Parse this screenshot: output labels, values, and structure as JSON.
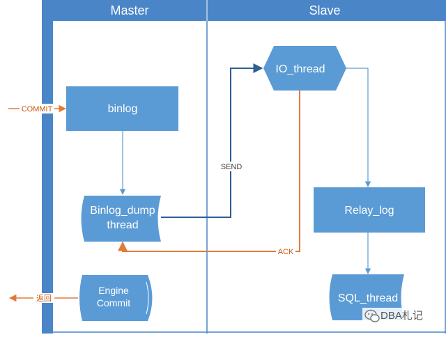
{
  "lanes": {
    "master": "Master",
    "slave": "Slave"
  },
  "nodes": {
    "binlog": "binlog",
    "binlog_dump_line1": "Binlog_dump",
    "binlog_dump_line2": "thread",
    "engine_commit_line1": "Engine",
    "engine_commit_line2": "Commit",
    "io_thread": "IO_thread",
    "relay_log": "Relay_log",
    "sql_thread": "SQL_thread"
  },
  "edges": {
    "commit": "COMMIT",
    "send": "SEND",
    "ack": "ACK",
    "return": "返回"
  },
  "watermark": {
    "text": "DBA札记"
  },
  "colors": {
    "lane_blue": "#4a85c8",
    "node_blue": "#5b9bd5",
    "arrow_blue": "#2e5e93",
    "arrow_orange": "#e07b39",
    "border": "#2f6fb7"
  }
}
